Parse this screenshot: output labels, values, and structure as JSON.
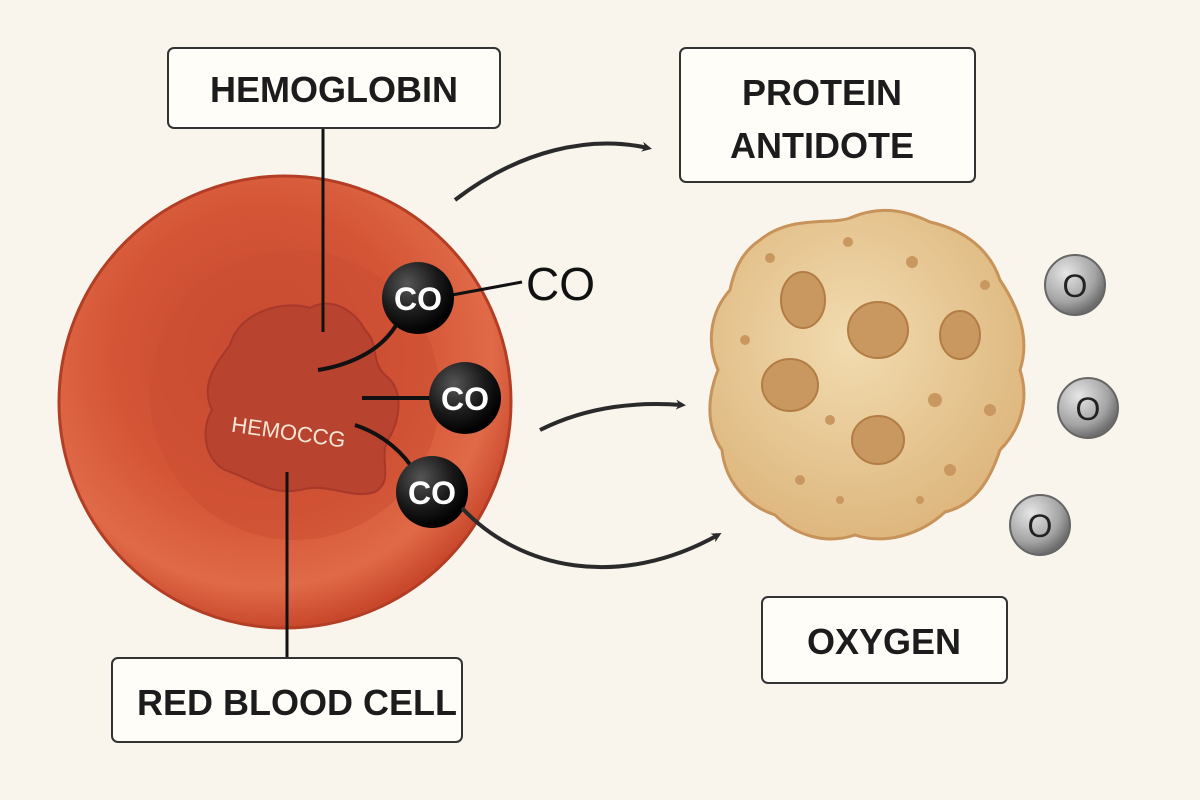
{
  "labels": {
    "hemoglobin": "HEMOGLOBIN",
    "red_blood_cell": "RED BLOOD CELL",
    "protein_antidote_line1": "PROTEIN",
    "protein_antidote_line2": "ANTIDOTE",
    "oxygen": "OXYGEN",
    "co_label": "CO",
    "hemoglobin_inner_text": "HEMOCCG"
  },
  "co_molecules": [
    "CO",
    "CO",
    "CO"
  ],
  "oxygen_molecules": [
    "O",
    "O",
    "O"
  ],
  "colors": {
    "background": "#faf5ec",
    "cell": "#d65a38",
    "hemoglobin": "#b8432e",
    "protein": "#e8cb98",
    "co": "#1a1a1a",
    "oxygen": "#9a9a9a"
  }
}
